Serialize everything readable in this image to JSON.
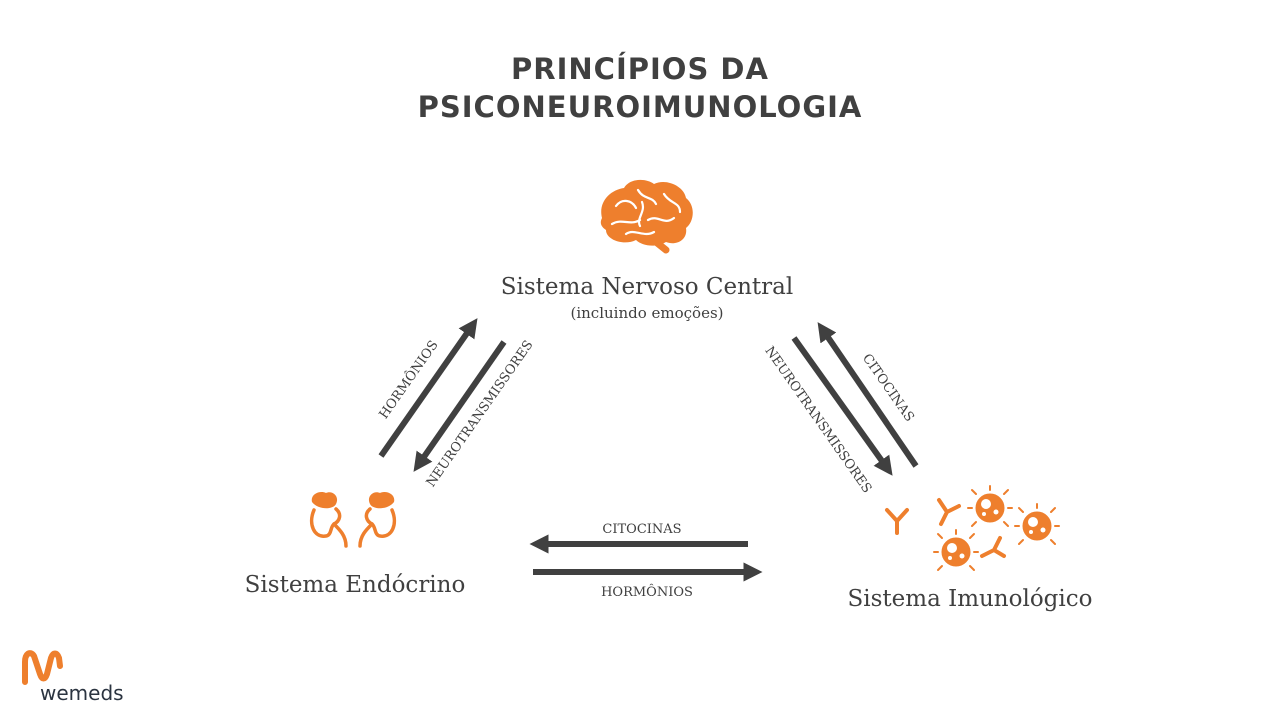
{
  "title": {
    "line1": "PRINCÍPIOS DA",
    "line2": "PSICONEUROIMUNOLOGIA"
  },
  "nodes": {
    "snc": {
      "label": "Sistema Nervoso Central",
      "sublabel": "(incluindo emoções)",
      "icon": "brain-icon"
    },
    "endocrino": {
      "label": "Sistema Endócrino",
      "icon": "kidneys-adrenal-icon"
    },
    "imunologico": {
      "label": "Sistema Imunológico",
      "icon": "immune-cells-antibodies-icon"
    }
  },
  "arrows": {
    "left_up": "HORMÔNIOS",
    "left_down": "NEUROTRANSMISSORES",
    "right_down": "NEUROTRANSMISSORES",
    "right_up": "CITOCINAS",
    "bottom_left": "CITOCINAS",
    "bottom_right": "HORMÔNIOS"
  },
  "brand": {
    "name": "wemeds"
  },
  "colors": {
    "accent": "#ee7f2d",
    "arrow": "#404040",
    "text": "#404040"
  }
}
